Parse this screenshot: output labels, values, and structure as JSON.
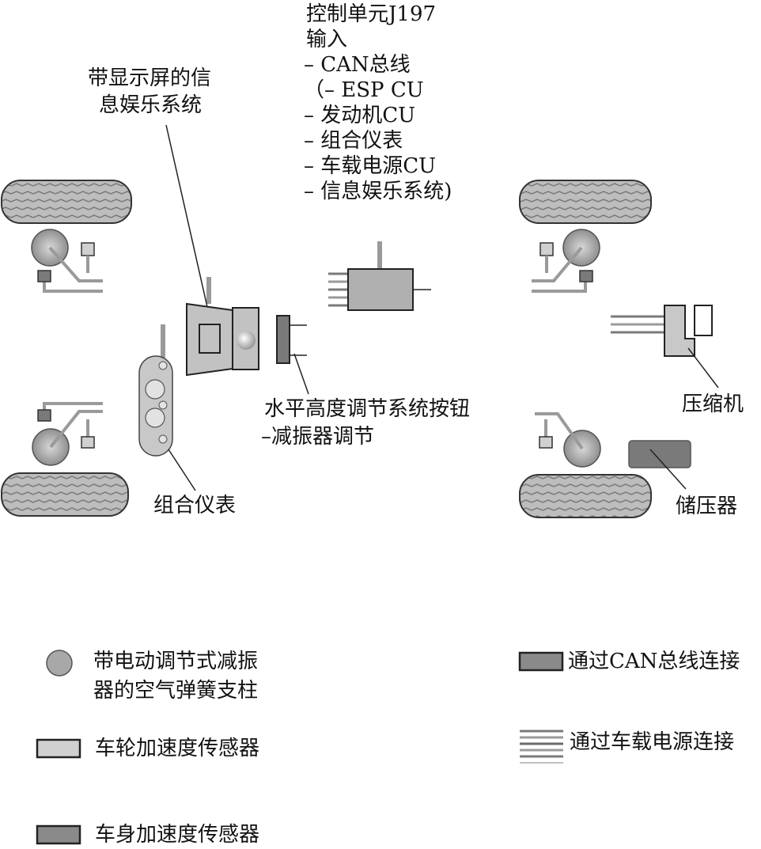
{
  "labels": {
    "control_unit_title": "控制单元J197",
    "control_unit_input": "输入",
    "control_unit_inputs": [
      "– CAN总线",
      "（– ESP CU",
      "– 发动机CU",
      "– 组合仪表",
      "– 车载电源CU",
      "– 信息娱乐系统)"
    ],
    "infotainment_line1": "带显示屏的信",
    "infotainment_line2": "息娱乐系统",
    "level_button_line1": "水平高度调节系统按钮",
    "level_button_line2": "–减振器调节",
    "instrument_cluster": "组合仪表",
    "compressor": "压缩机",
    "reservoir": "储压器"
  },
  "legend": {
    "air_strut_line1": "带电动调节式减振",
    "air_strut_line2": "器的空气弹簧支柱",
    "wheel_accel_sensor": "车轮加速度传感器",
    "body_accel_sensor": "车身加速度传感器",
    "can_connection": "通过CAN总线连接",
    "power_connection": "通过车载电源连接"
  },
  "colors": {
    "light_gray": "#c9c9c9",
    "mid_gray": "#9a9a9a",
    "dark_gray": "#7a7a7a",
    "outline": "#222222"
  }
}
